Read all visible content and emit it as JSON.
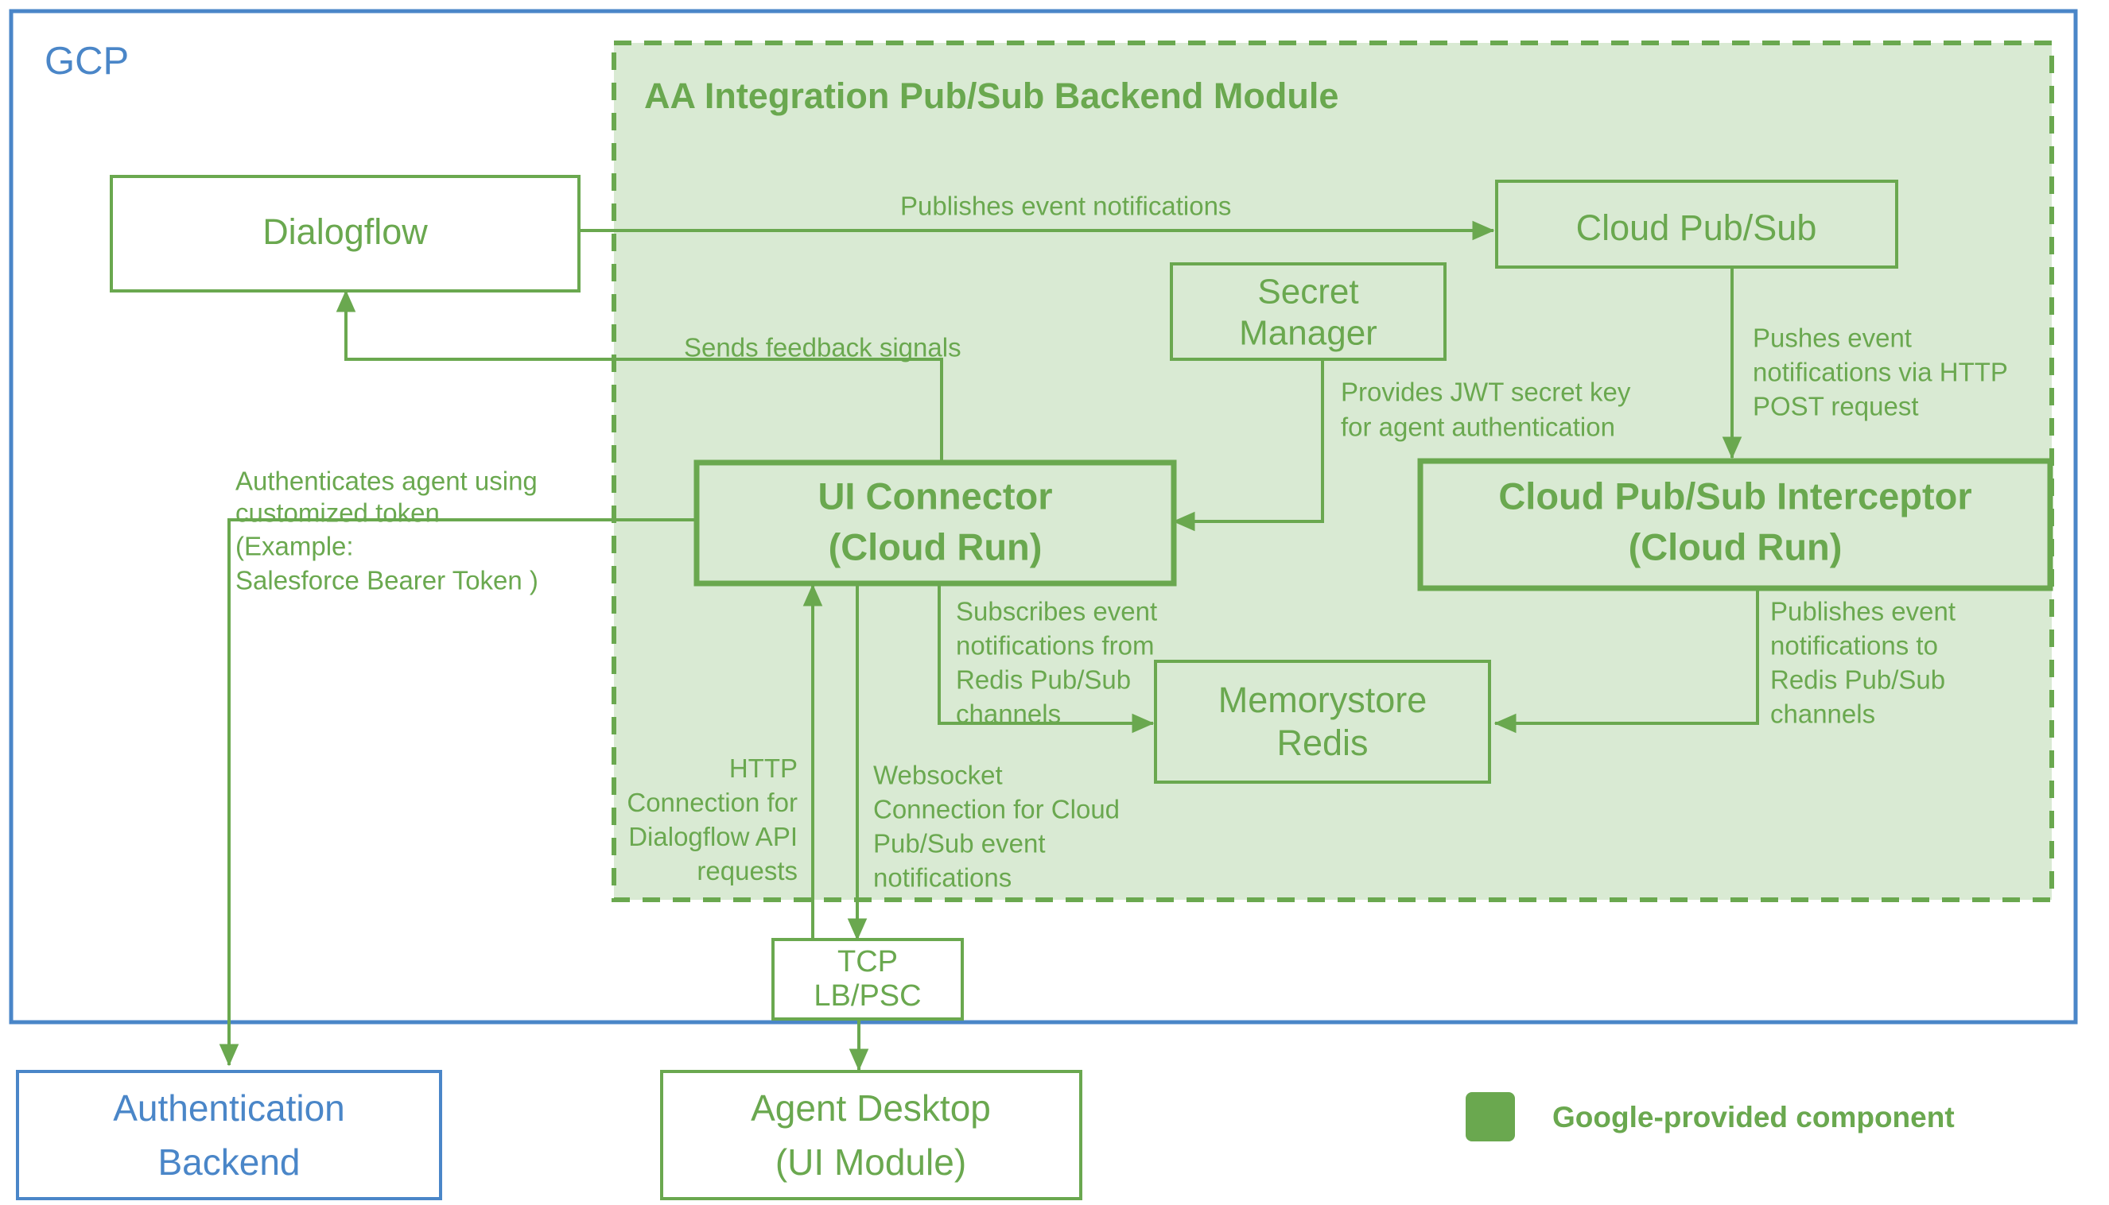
{
  "diagram": {
    "title_cloud": "GCP",
    "module_title": "AA Integration Pub/Sub Backend Module",
    "colors": {
      "green_stroke": "#6aa84f",
      "green_text": "#6aa84f",
      "green_fill": "#d9ead3",
      "blue_stroke": "#4a86c8",
      "blue_text": "#4a86c8",
      "white": "#ffffff"
    },
    "nodes": {
      "dialogflow": {
        "label": "Dialogflow"
      },
      "cloud_pubsub": {
        "label": "Cloud Pub/Sub"
      },
      "secret_manager": {
        "line1": "Secret",
        "line2": "Manager"
      },
      "ui_connector": {
        "line1": "UI Connector",
        "line2": "(Cloud Run)"
      },
      "pubsub_interceptor": {
        "line1": "Cloud Pub/Sub Interceptor",
        "line2": "(Cloud Run)"
      },
      "memorystore_redis": {
        "line1": "Memorystore",
        "line2": "Redis"
      },
      "tcp_lb": {
        "line1": "TCP",
        "line2": "LB/PSC"
      },
      "agent_desktop": {
        "line1": "Agent Desktop",
        "line2": "(UI Module)"
      },
      "auth_backend": {
        "line1": "Authentication",
        "line2": "Backend"
      }
    },
    "edges": {
      "publishes_event_notifications": "Publishes event notifications",
      "sends_feedback_signals": "Sends feedback signals",
      "provides_jwt": {
        "line1": "Provides JWT secret key",
        "line2": "for agent authentication"
      },
      "pushes_event_http": {
        "line1": "Pushes event",
        "line2": "notifications via HTTP",
        "line3": "POST request"
      },
      "publishes_to_redis": {
        "line1": "Publishes event",
        "line2": "notifications to",
        "line3": "Redis Pub/Sub",
        "line4": "channels"
      },
      "subscribes_from_redis": {
        "line1": "Subscribes event",
        "line2": "notifications from",
        "line3": "Redis Pub/Sub",
        "line4": "channels"
      },
      "http_connection": {
        "line1": "HTTP",
        "line2": "Connection for",
        "line3": "Dialogflow API",
        "line4": "requests"
      },
      "websocket_connection": {
        "line1": "Websocket",
        "line2": "Connection for Cloud",
        "line3": "Pub/Sub event",
        "line4": "notifications"
      },
      "authenticates_agent": {
        "line1": "Authenticates agent using",
        "line2": "customized token",
        "line3": "(Example:",
        "line4": "Salesforce Bearer Token )"
      }
    },
    "legend": {
      "swatch_label": "Google-provided component"
    }
  }
}
